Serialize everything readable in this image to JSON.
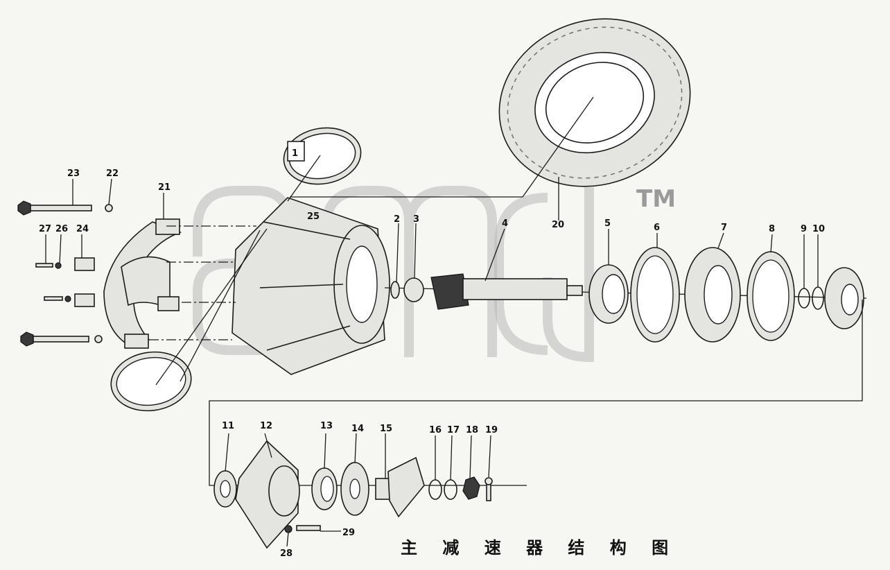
{
  "title": "主 减 速 器 结 构 图",
  "boxed_label": "1",
  "watermark_tm": "TM",
  "part_labels": [
    "2",
    "3",
    "4",
    "5",
    "6",
    "7",
    "8",
    "9",
    "10",
    "11",
    "12",
    "13",
    "14",
    "15",
    "16",
    "17",
    "18",
    "19",
    "20",
    "21",
    "22",
    "23",
    "24",
    "25",
    "26",
    "27",
    "28",
    "29"
  ],
  "colors": {
    "ink": "#1a1a1a",
    "paper": "#f6f6f3",
    "watermark": "#b8b8b8"
  }
}
